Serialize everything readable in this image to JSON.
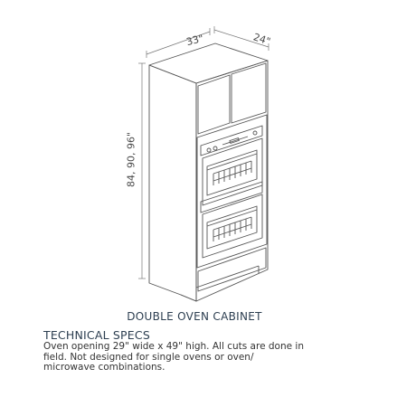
{
  "diagram": {
    "dimensions": {
      "width": "33\"",
      "depth": "24\"",
      "height": "84, 90, 96\""
    },
    "caption": "DOUBLE OVEN CABINET"
  },
  "specs": {
    "title": "TECHNICAL SPECS",
    "body": "Oven opening 29\" wide x 49\" high. All cuts are done in field. Not designed for single ovens or oven/ microwave combinations."
  },
  "colors": {
    "line": "#555555",
    "title_text": "#2c3e50",
    "body_text": "#333333"
  }
}
